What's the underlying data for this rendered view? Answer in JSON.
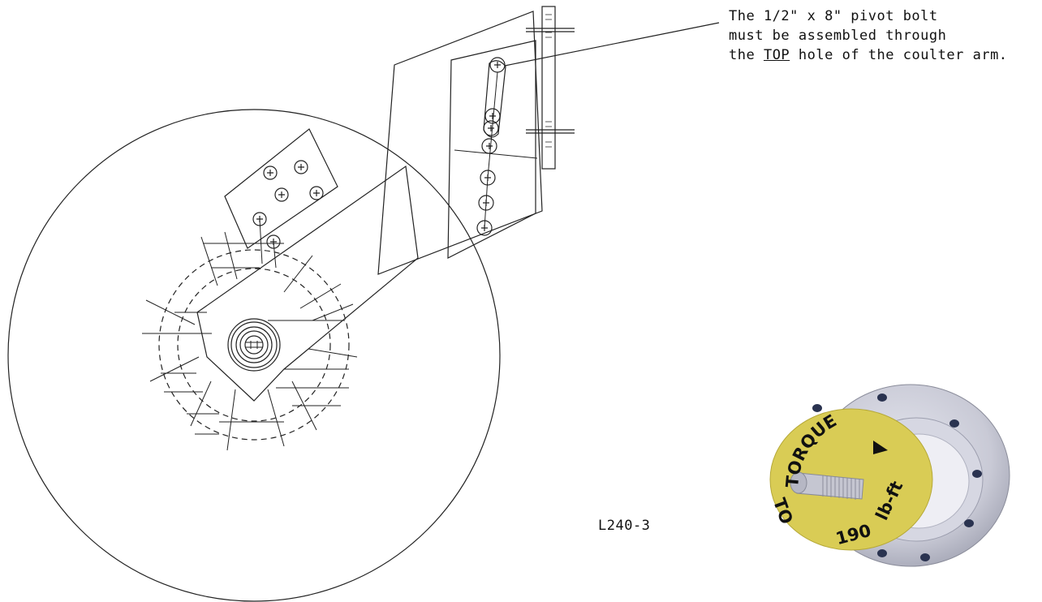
{
  "callout": {
    "line1": "The 1/2\" x 8\" pivot bolt",
    "line2": "must be assembled through",
    "line3_before": "the ",
    "line3_emph": "TOP",
    "line3_after": " hole of the coulter arm."
  },
  "drawing_id": "L240-3",
  "decal": {
    "word_torque": "TORQUE",
    "word_to": "TO",
    "value": "190",
    "unit": "lb-ft"
  },
  "colors": {
    "line": "#222222",
    "decal_yellow": "#d9cc55",
    "flange": "#c9cad6",
    "flange_shadow": "#a3a5b4"
  }
}
